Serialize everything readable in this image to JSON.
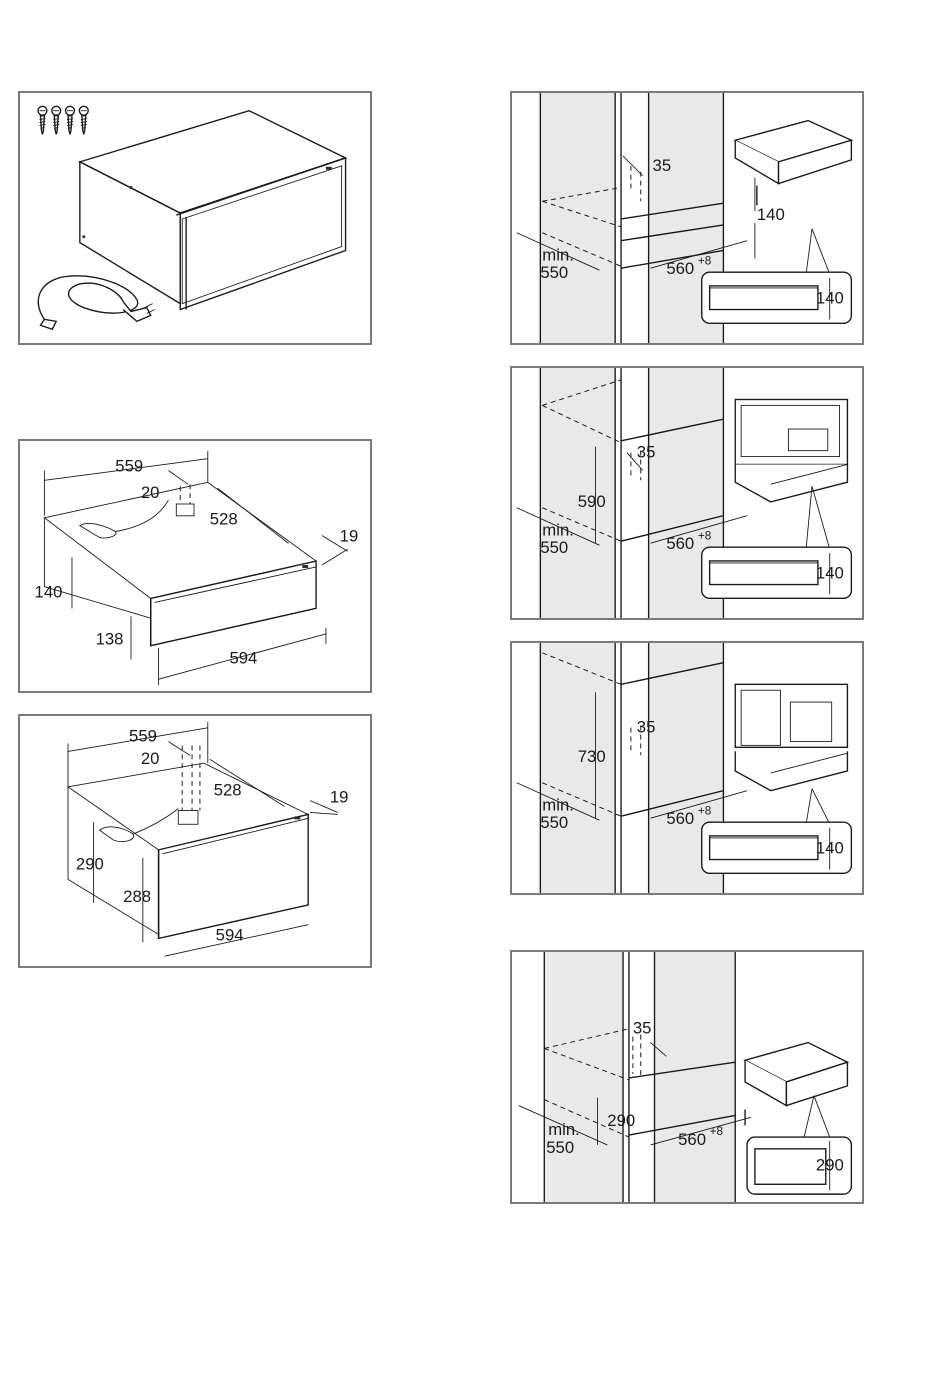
{
  "panels": {
    "scope": {},
    "drawer140": {
      "dim_width": "559",
      "dim_offset": "20",
      "dim_depth": "528",
      "dim_front": "19",
      "dim_height_body": "140",
      "dim_height_front": "138",
      "dim_front_width": "594"
    },
    "drawer290": {
      "dim_width": "559",
      "dim_offset": "20",
      "dim_depth": "528",
      "dim_front": "19",
      "dim_height_body": "290",
      "dim_height_front": "288",
      "dim_front_width": "594"
    },
    "niche140": {
      "dim_top": "35",
      "dim_height": "140",
      "dim_min": "min.",
      "dim_min_val": "550",
      "dim_width": "560",
      "dim_width_sup": "+8",
      "dim_detail": "140"
    },
    "niche590": {
      "dim_top": "35",
      "dim_height": "590",
      "dim_min": "min.",
      "dim_min_val": "550",
      "dim_width": "560",
      "dim_width_sup": "+8",
      "dim_detail": "140"
    },
    "niche730": {
      "dim_top": "35",
      "dim_height": "730",
      "dim_min": "min.",
      "dim_min_val": "550",
      "dim_width": "560",
      "dim_width_sup": "+8",
      "dim_detail": "140"
    },
    "niche290": {
      "dim_top": "35",
      "dim_height": "290",
      "dim_min": "min.",
      "dim_min_val": "550",
      "dim_width": "560",
      "dim_width_sup": "+8",
      "dim_detail": "290"
    }
  }
}
